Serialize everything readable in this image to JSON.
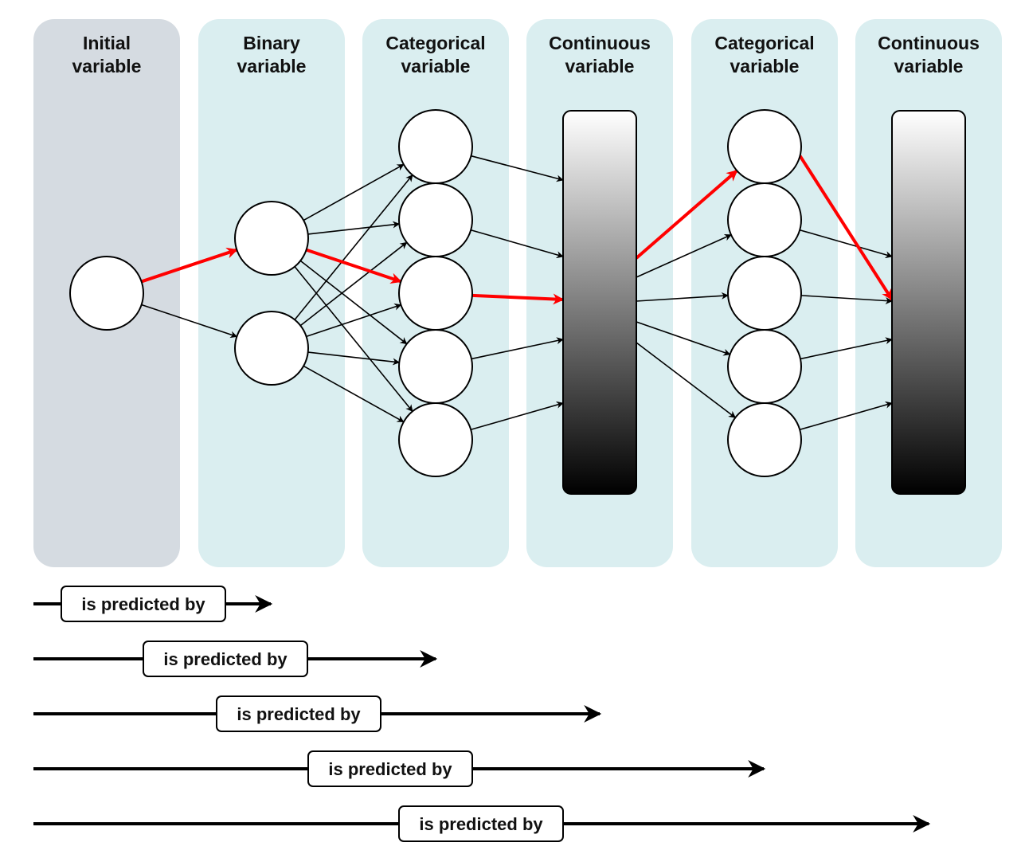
{
  "colors": {
    "initial_column": "#d5dbe1",
    "column": "#daeef0",
    "edge": "#000000",
    "highlight_edge": "#ff0000",
    "node_fill": "#ffffff"
  },
  "columns": [
    {
      "id": "initial",
      "title_line1": "Initial",
      "title_line2": "variable",
      "kind": "initial",
      "nodes": 1
    },
    {
      "id": "binary",
      "title_line1": "Binary",
      "title_line2": "variable",
      "kind": "categorical",
      "nodes": 2
    },
    {
      "id": "categorical1",
      "title_line1": "Categorical",
      "title_line2": "variable",
      "kind": "categorical",
      "nodes": 5
    },
    {
      "id": "continuous1",
      "title_line1": "Continuous",
      "title_line2": "variable",
      "kind": "continuous",
      "nodes": 1
    },
    {
      "id": "categorical2",
      "title_line1": "Categorical",
      "title_line2": "variable",
      "kind": "categorical",
      "nodes": 5
    },
    {
      "id": "continuous2",
      "title_line1": "Continuous",
      "title_line2": "variable",
      "kind": "continuous",
      "nodes": 1
    }
  ],
  "highlighted_path": [
    {
      "column": "initial",
      "node": 0
    },
    {
      "column": "binary",
      "node": 0
    },
    {
      "column": "categorical1",
      "node": 2
    },
    {
      "column": "continuous1",
      "node": 0
    },
    {
      "column": "categorical2",
      "node": 0
    },
    {
      "column": "continuous2",
      "node": 0
    }
  ],
  "legend": [
    {
      "label": "is predicted by",
      "spans_columns": 2
    },
    {
      "label": "is predicted by",
      "spans_columns": 3
    },
    {
      "label": "is predicted by",
      "spans_columns": 4
    },
    {
      "label": "is predicted by",
      "spans_columns": 5
    },
    {
      "label": "is predicted by",
      "spans_columns": 6
    }
  ]
}
